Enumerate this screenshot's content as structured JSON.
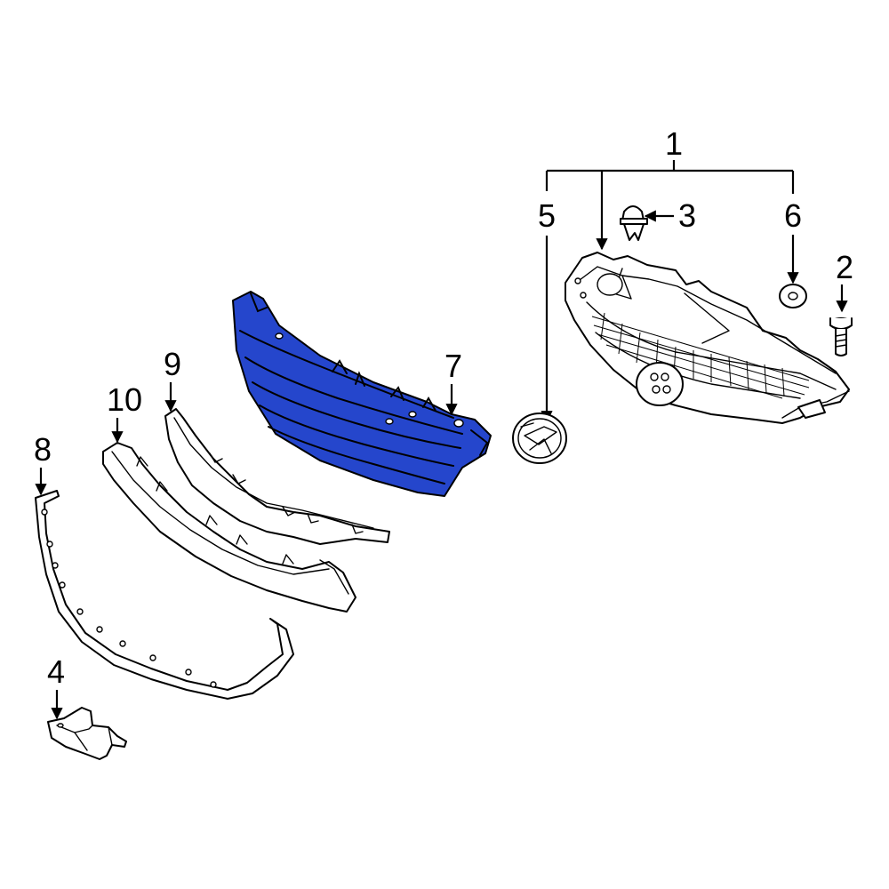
{
  "diagram": {
    "highlight_color": "#2546cc",
    "callouts": {
      "c1": "1",
      "c2": "2",
      "c3": "3",
      "c4": "4",
      "c5": "5",
      "c6": "6",
      "c7": "7",
      "c8": "8",
      "c9": "9",
      "c10": "10"
    }
  }
}
